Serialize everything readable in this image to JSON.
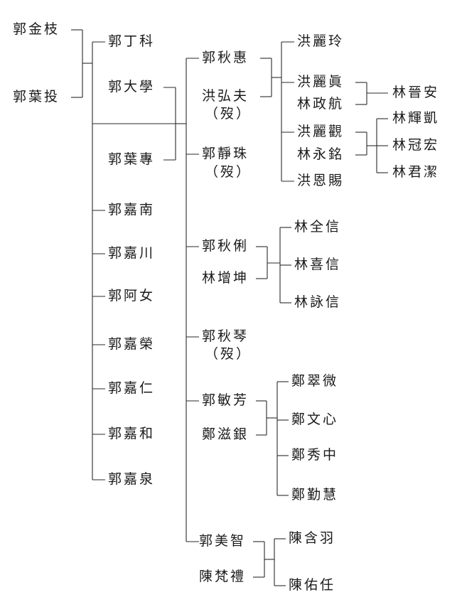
{
  "founders": [
    "郭金枝",
    "郭葉投"
  ],
  "gen1": {
    "ding_ke": "郭丁科",
    "da_xue": "郭大學",
    "ye_zhuan": "郭葉專",
    "jia_nan": "郭嘉南",
    "jia_chuan": "郭嘉川",
    "a_nu": "郭阿女",
    "jia_rong": "郭嘉榮",
    "jia_ren": "郭嘉仁",
    "jia_he": "郭嘉和",
    "jia_quan": "郭嘉泉"
  },
  "gen2": {
    "qiu_hui": "郭秋惠",
    "hong_hong_fu": "洪弘夫",
    "hong_hong_fu_note": "（歿）",
    "jing_zhu": "郭靜珠",
    "jing_zhu_note": "（歿）",
    "qiu_li": "郭秋俐",
    "lin_zeng_kun": "林增坤",
    "qiu_qin": "郭秋琴",
    "qiu_qin_note": "（歿）",
    "min_fang": "郭敏芳",
    "zheng_zi_yin": "鄭滋銀",
    "mei_zhi": "郭美智",
    "chen_fan_li": "陳梵禮"
  },
  "gen3": {
    "hong_li_ling": "洪麗玲",
    "hong_li_zhen": "洪麗眞",
    "lin_zheng_hang": "林政航",
    "hong_li_guan": "洪麗觀",
    "lin_yong_ming": "林永銘",
    "hong_en_ci": "洪恩賜",
    "lin_quan_xin": "林全信",
    "lin_xi_xin": "林喜信",
    "lin_yong_xin": "林詠信",
    "zheng_cui_wei": "鄭翠微",
    "zheng_wen_xin": "鄭文心",
    "zheng_xiu_zhong": "鄭秀中",
    "zheng_qin_hui": "鄭勤慧",
    "chen_han_yu": "陳含羽",
    "chen_you_ren": "陳佑任"
  },
  "gen4": {
    "lin_jin_an": "林晉安",
    "lin_hui_kai": "林輝凱",
    "lin_guan_hong": "林冠宏",
    "lin_jun_jie": "林君潔"
  }
}
